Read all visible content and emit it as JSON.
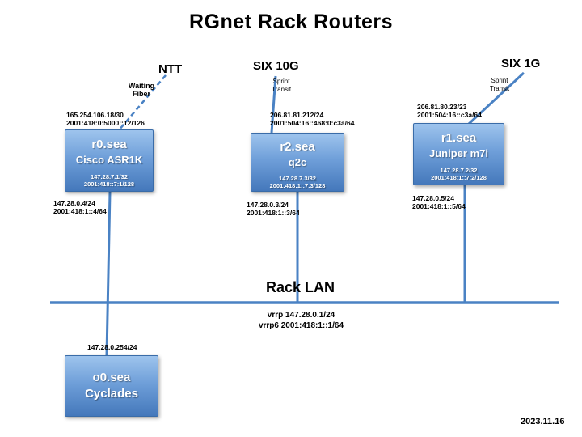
{
  "title": "RGnet Rack Routers",
  "date": "2023.11.16",
  "uplinks": {
    "ntt": {
      "label": "NTT",
      "note": "Waiting\nFiber"
    },
    "six10g": {
      "label": "SIX 10G",
      "note": "Sprint\nTransit"
    },
    "six1g": {
      "label": "SIX 1G",
      "note": "Sprint\nTransit"
    }
  },
  "routers": [
    {
      "name": "r0.sea",
      "model": "Cisco ASR1K",
      "loop4": "147.28.7.1/32",
      "loop6": "2001:418::7:1/128",
      "wan4": "165.254.106.18/30",
      "wan6": "2001:418:0:5000::12/126",
      "lan4": "147.28.0.4/24",
      "lan6": "2001:418:1::4/64"
    },
    {
      "name": "r2.sea",
      "model": "q2c",
      "loop4": "147.28.7.3/32",
      "loop6": "2001:418:1::7:3/128",
      "wan4": "206.81.81.212/24",
      "wan6": "2001:504:16::468:0:c3a/64",
      "lan4": "147.28.0.3/24",
      "lan6": "2001:418:1::3/64"
    },
    {
      "name": "r1.sea",
      "model": "Juniper m7i",
      "loop4": "147.28.7.2/32",
      "loop6": "2001:418:1::7:2/128",
      "wan4": "206.81.80.23/23",
      "wan6": "2001:504:16::c3a/64",
      "lan4": "147.28.0.5/24",
      "lan6": "2001:418:1::5/64"
    }
  ],
  "console": {
    "name": "o0.sea",
    "model": "Cyclades",
    "lan4": "147.28.0.254/24"
  },
  "rack_lan": {
    "label": "Rack LAN",
    "vrrp4": "vrrp 147.28.0.1/24",
    "vrrp6": "vrrp6 2001:418:1::1/64"
  },
  "colors": {
    "line": "#4a82c4",
    "box_top": "#9ec4ed",
    "box_bottom": "#4478bb"
  }
}
